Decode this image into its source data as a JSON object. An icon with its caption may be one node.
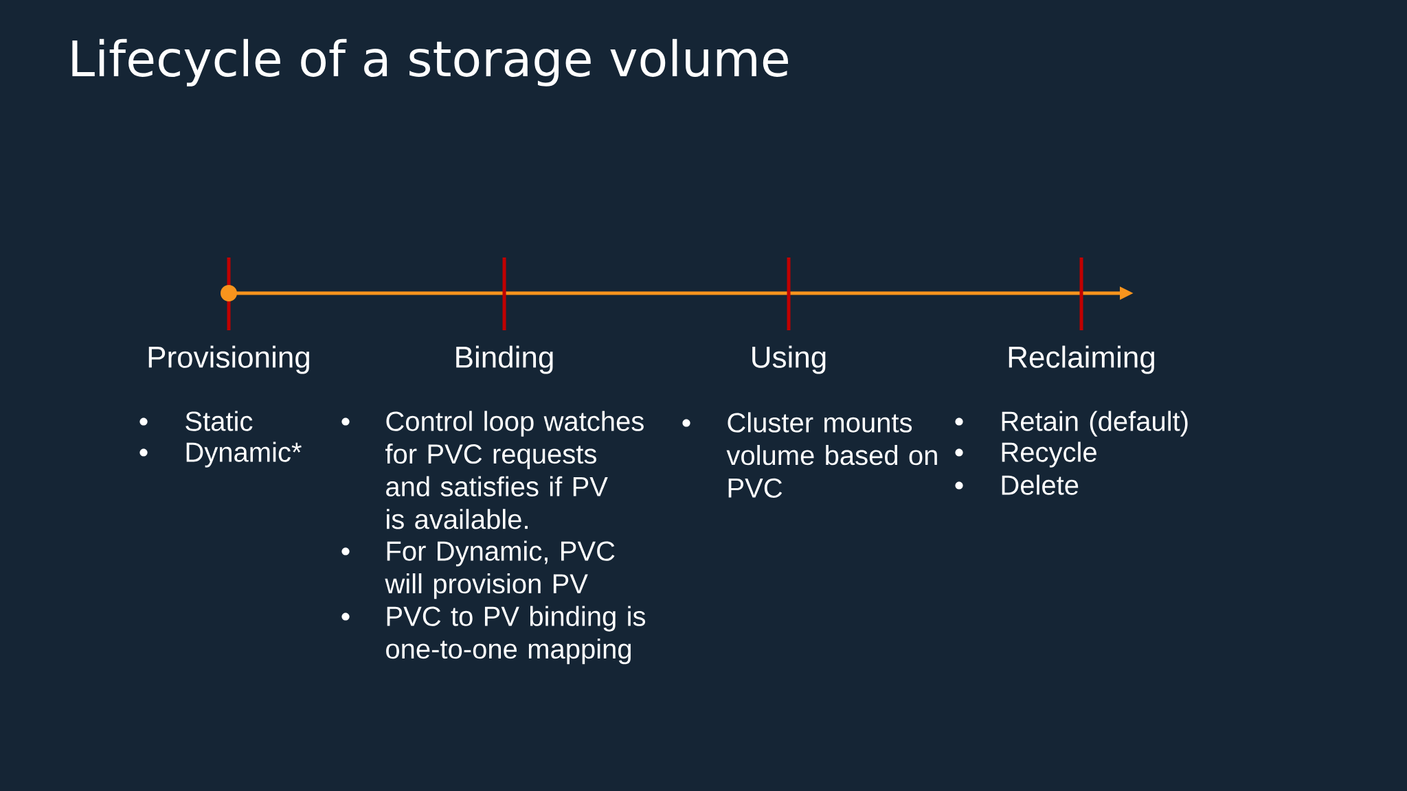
{
  "diagram": {
    "title": "Lifecycle of a storage volume",
    "labels": [
      "Provisioning",
      "Binding",
      "Using",
      "Reclaiming",
      "Static",
      "Dynamic*",
      "Control loop watches for PVC requests and satisfies if PV is available.",
      "For Dynamic, PVC will provision PV",
      "PVC to PV binding is one-to-one mapping",
      "Cluster mounts volume based on PVC",
      "Retain (default)",
      "Recycle",
      "Delete"
    ]
  }
}
